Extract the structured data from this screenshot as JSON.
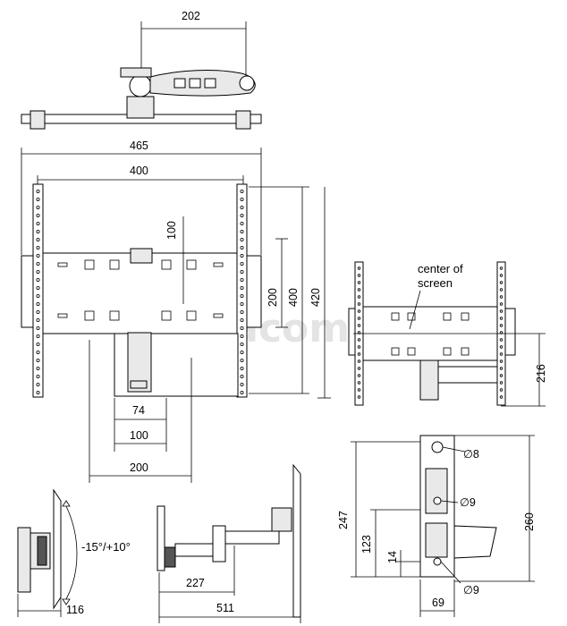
{
  "watermark": "kacom",
  "top_view": {
    "width_dim": "202"
  },
  "front_view": {
    "overall_width": "465",
    "inner_width": "400",
    "vertical_spacing": "100",
    "height_200": "200",
    "height_400": "400",
    "height_420": "420",
    "base_74": "74",
    "base_100": "100",
    "base_200": "200"
  },
  "center_view": {
    "label_line1": "center of",
    "label_line2": "screen",
    "offset": "216"
  },
  "wall_plate": {
    "height_247": "247",
    "height_260": "260",
    "height_123": "123",
    "gap_14": "14",
    "width_69": "69",
    "hole_top": "∅8",
    "hole_mid": "∅9",
    "hole_bottom": "∅9"
  },
  "tilt_view": {
    "angle": "-15°/+10°",
    "depth": "116"
  },
  "arm_view": {
    "retracted": "227",
    "extended": "511"
  }
}
